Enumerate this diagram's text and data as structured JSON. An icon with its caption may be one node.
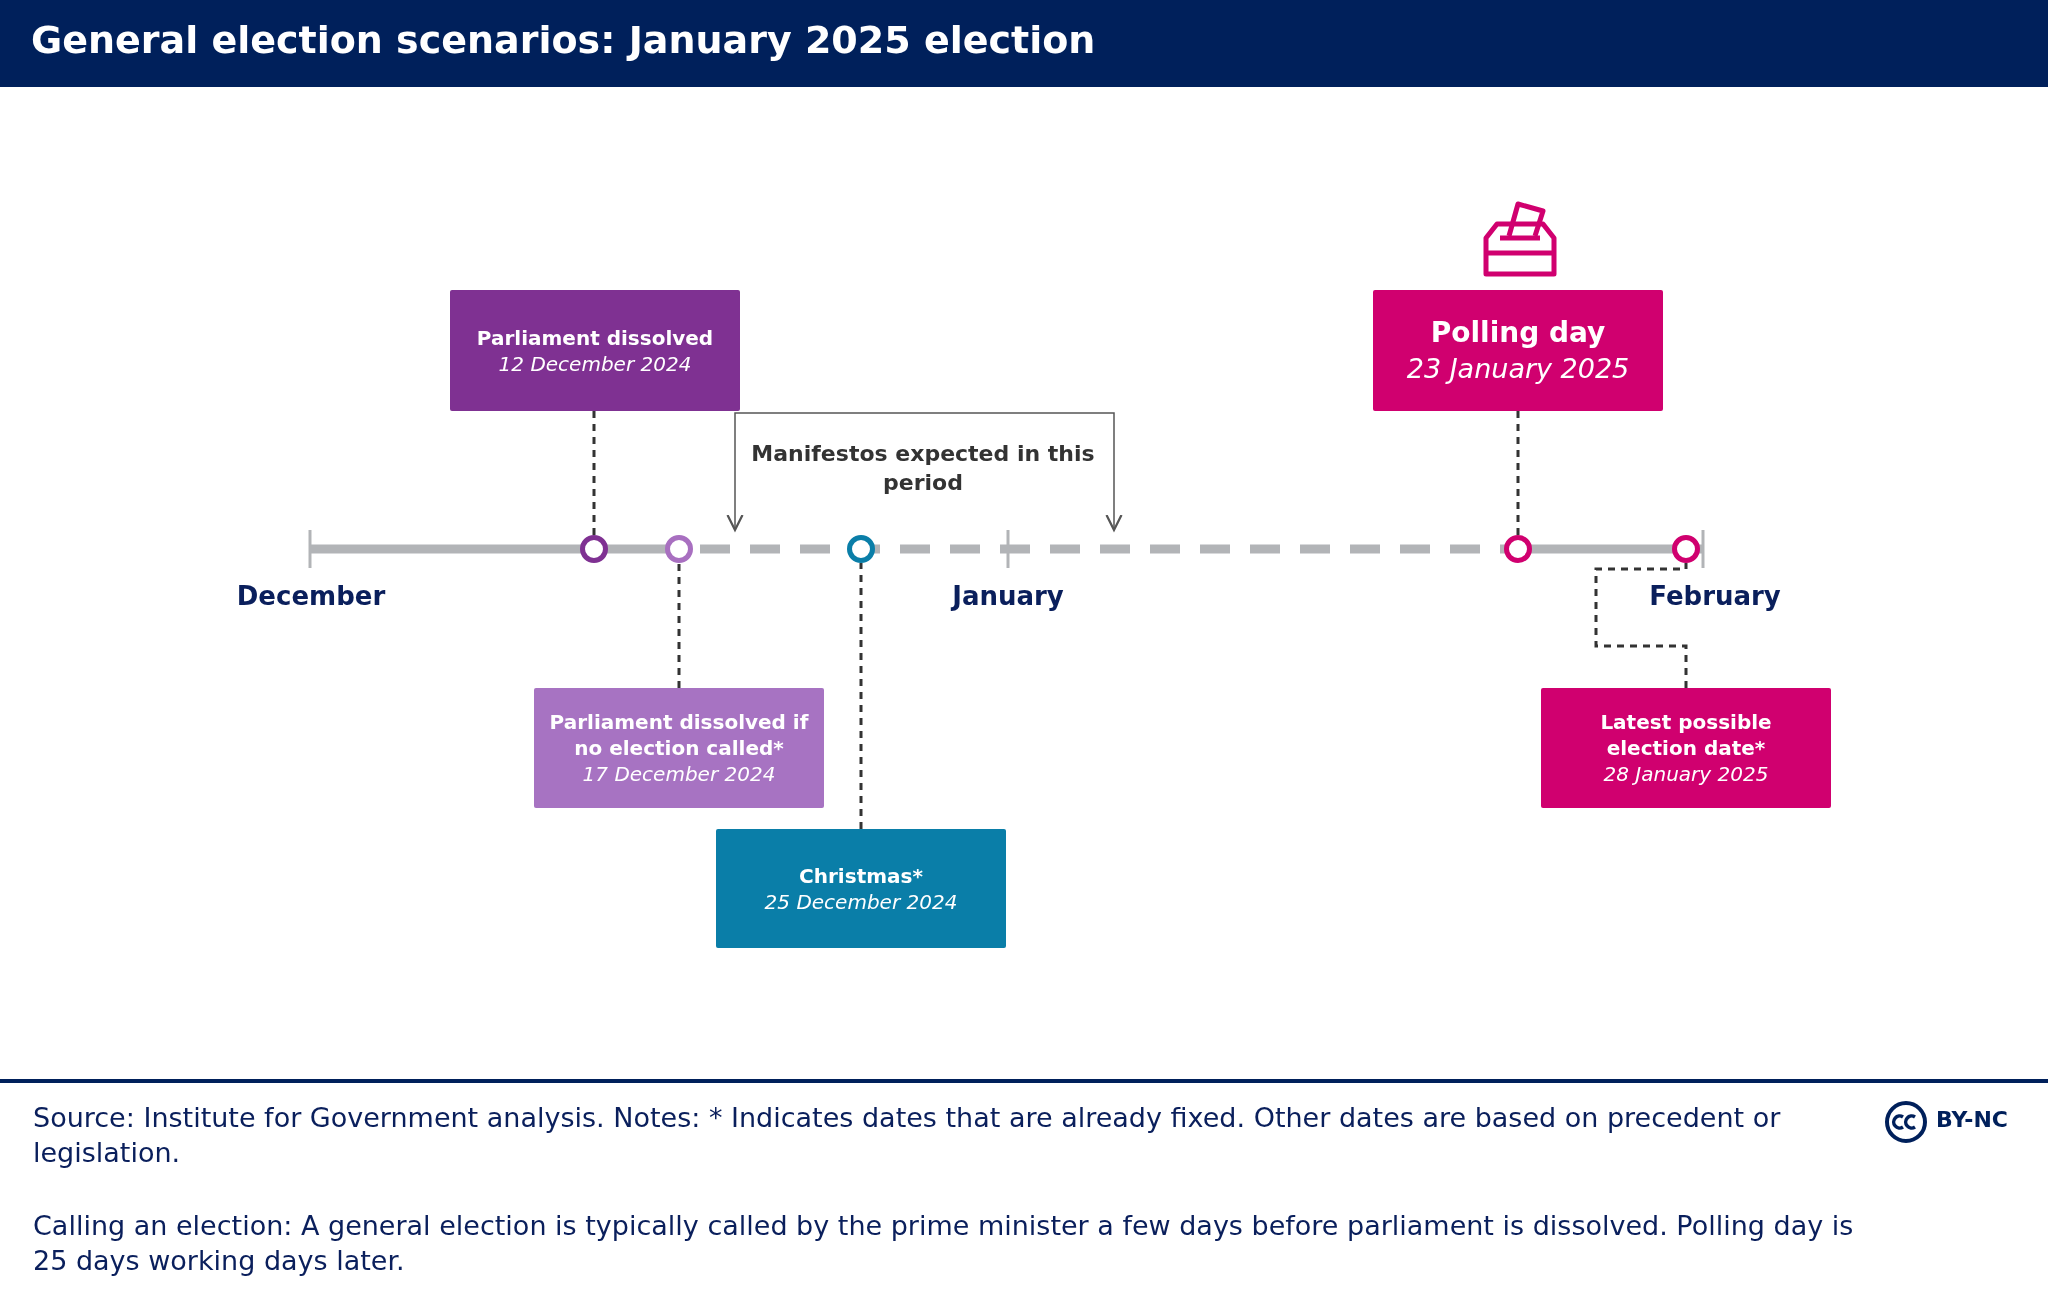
{
  "diagram": {
    "title": "General election scenarios: January 2025 election",
    "nodes": [
      {
        "text": [
          "Parliament dissolved",
          "12 December 2024"
        ]
      },
      {
        "text": [
          "Polling day",
          "23 January 2025"
        ]
      },
      {
        "text": [],
        "shape": "circle"
      },
      {
        "text": [],
        "shape": "circle"
      },
      {
        "text": [],
        "shape": "circle"
      },
      {
        "text": [],
        "shape": "circle"
      },
      {
        "text": [],
        "shape": "circle"
      },
      {
        "text": [
          "Parliament dissolved if no election called*",
          "17 December 2024"
        ]
      },
      {
        "text": [
          "Christmas*",
          "25 December 2024"
        ]
      },
      {
        "text": [
          "Latest possible election date*",
          "28 January 2025"
        ]
      }
    ],
    "edges": [
      {
        "from": 0,
        "to": 2,
        "arrow": "none",
        "style": "dashed"
      },
      {
        "from": 1,
        "to": 5,
        "arrow": "none",
        "style": "dashed"
      },
      {
        "from": 7,
        "to": 3,
        "arrow": "none",
        "style": "dashed"
      },
      {
        "from": 8,
        "to": 4,
        "arrow": "none",
        "style": "dashed"
      },
      {
        "from": 9,
        "to": 6,
        "arrow": "none",
        "style": "dashed"
      }
    ],
    "labels": [
      "Manifestos expected in this period",
      "December",
      "January",
      "February",
      "Source: Institute for Government analysis. Notes: * Indicates dates that are already fixed. Other dates are based on precedent or legislation.",
      "Calling an election: A general election is typically called by the prime minister a few days before parliament is dissolved. Polling day is 25 days working days later.",
      "BY-NC"
    ]
  }
}
